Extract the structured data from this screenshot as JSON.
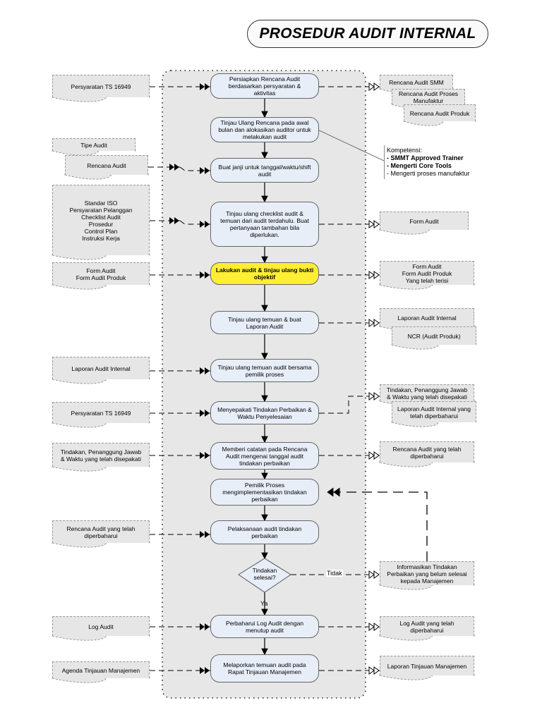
{
  "title": "PROSEDUR AUDIT INTERNAL",
  "steps": [
    "Persiapkan Rencana Audit\nberdasarkan persyaratan &\naktivitas",
    "Tinjau Ulang Rencana pada awal\nbulan dan alokasikan auditor untuk\nmelakukan audit",
    "Buat janji untuk tanggal/waktu/shift\naudit",
    "Tinjau ulang checklist audit &\ntemuan dari audit terdahulu. Buat\npertanyaan tambahan bila\ndiperlukan.",
    "Lakukan audit & tinjau ulang bukti\nobjektif",
    "Tinjau ulang temuan & buat\nLaporan Audit",
    "Tinjau ulang temuan audit bersama\npemilik proses",
    "Menyepakati Tindakan Perbaikan &\nWaktu Penyelesaian",
    "Memberi catatan pada Rencana\nAudit mengenai tanggal audit\ntindakan perbaikan",
    "Pemilik Proses\nmengimplementasikan tindakan\nperbaikan",
    "Pelaksanaan audit tindakan\nperbaikan",
    "Perbaharui Log Audit dengan\nmenutup audit",
    "Melaporkan temuan audit pada\nRapat Tinjauan Manajemen"
  ],
  "decision": "Tindakan\nselesai?",
  "label_tidak": "Tidak",
  "label_ya": "Ya",
  "inputs": [
    "Persyaratan TS 16949",
    "Tipe Audit",
    "Rencana Audit",
    "Standar ISO\nPersyaratan Pelanggan\nChecklist Audit\nProsedur\nControl Plan\nInstruksi Kerja",
    "Form Audit\nForm Audit Produk",
    "Laporan Audit Internal",
    "Persyaratan TS 16949",
    "Tindakan, Penanggung Jawab\n& Waktu yang telah disepakati",
    "Rencana Audit yang telah\ndiperbaharui",
    "Log  Audit",
    "Agenda Tinjauan Manajemen"
  ],
  "outputs": [
    "Rencana Audit SMM",
    "Rencana Audit Proses\nManufaktur",
    "Rencana Audit Produk",
    "Form Audit",
    "Form Audit\nForm Audit Produk\nYang telah terisi",
    "Laporan Audit Internal",
    "NCR (Audit Produk)",
    "Tindakan, Penanggung Jawab\n& Waktu yang telah disepakati",
    "Laporan Audit Internal yang\ntelah diperbaharui",
    "Rencana Audit yang telah\ndiperbaharui",
    "Informasikan Tindakan\nPerbaikan yang belum selesai\nkepada Manajemen",
    "Log Audit yang telah\ndiperbaharui",
    "Laporan Tinjauan Manajemen"
  ],
  "kompetensi": {
    "heading": "Kompetensi:",
    "items": [
      "- SMMT Approved Trainer",
      "- Mengerti Core Tools",
      "- Mengerti proses manufaktur"
    ]
  }
}
